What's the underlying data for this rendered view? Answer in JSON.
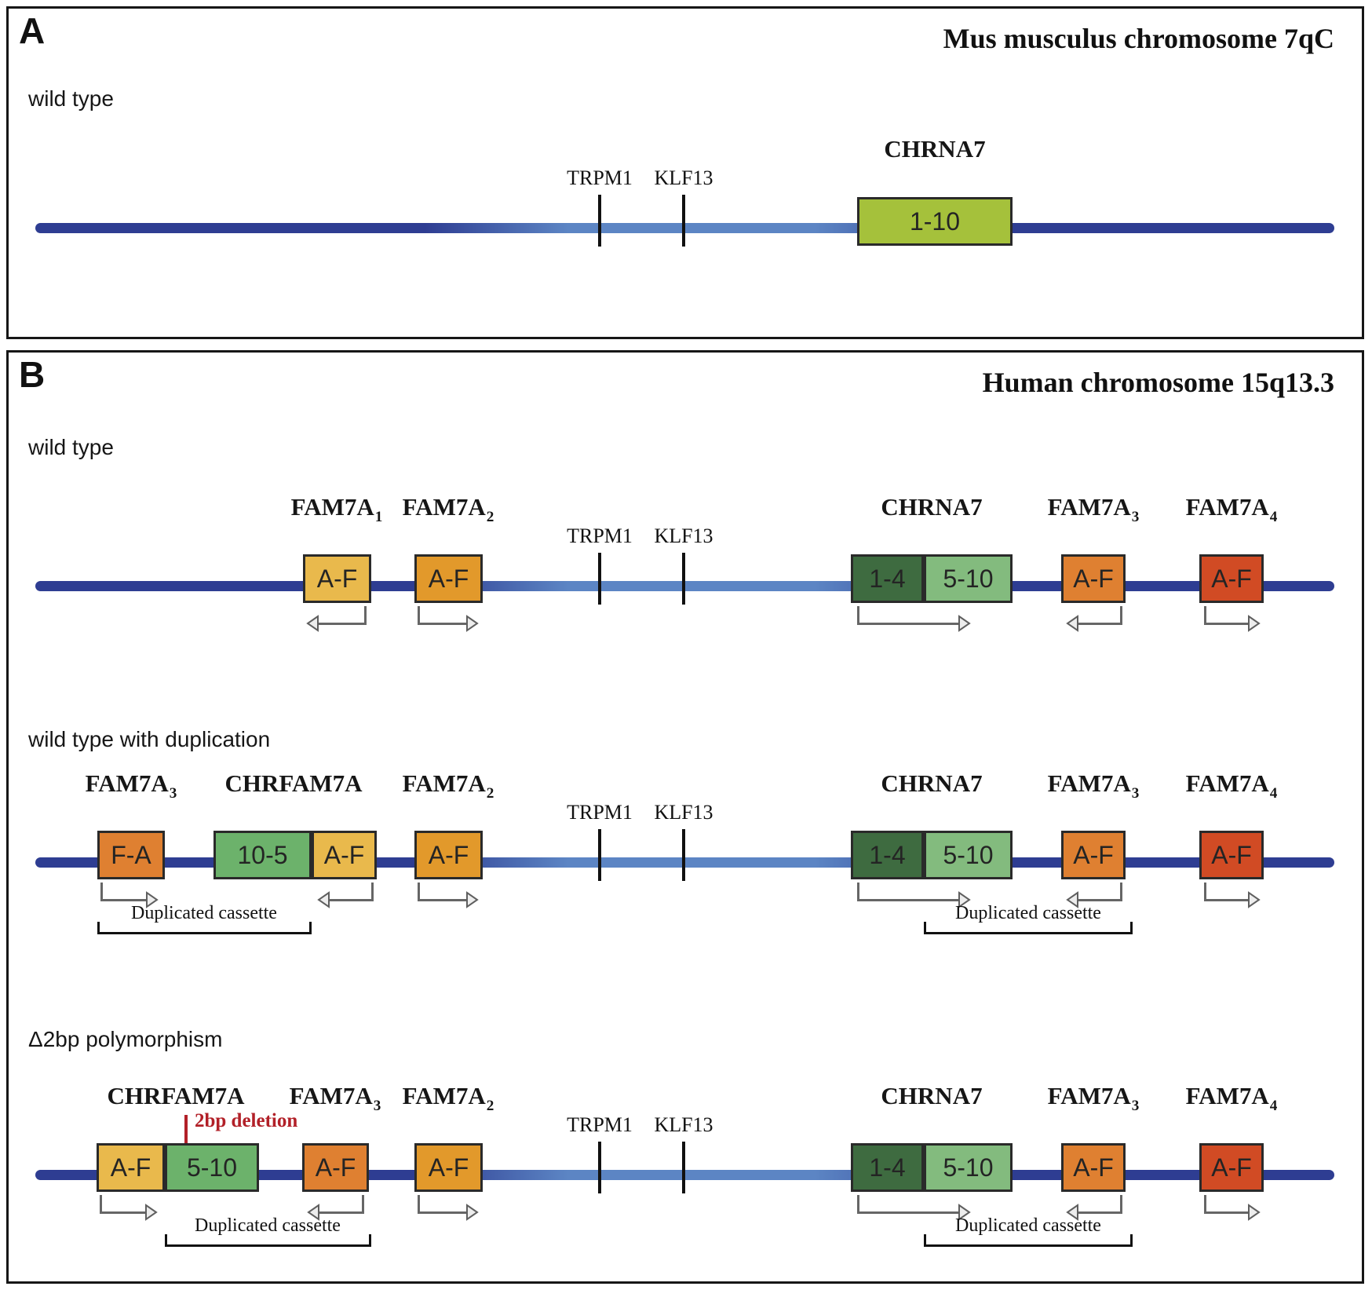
{
  "colors": {
    "gold": "#e9b94c",
    "amber": "#e2992b",
    "orange": "#df8031",
    "red": "#d14b24",
    "dark_green": "#3e6b40",
    "light_green": "#83bb7e",
    "mid_green": "#6cb26b",
    "yellow_green": "#a5c13b",
    "line_navy": "#2e3d92",
    "line_steel": "#5c85c4",
    "deletion_red": "#b22028"
  },
  "panel_a": {
    "label": "A",
    "title": "Mus musculus chromosome 7qC",
    "row_label": "wild type",
    "markers": [
      "TRPM1",
      "KLF13"
    ],
    "gene": {
      "base": "CHRNA7",
      "sub": "",
      "box": "1-10",
      "direction": "none"
    }
  },
  "panel_b": {
    "label": "B",
    "title": "Human chromosome 15q13.3",
    "markers": [
      "TRPM1",
      "KLF13"
    ],
    "rows": [
      {
        "row_label": "wild type",
        "genes": [
          {
            "base": "FAM7A",
            "sub": "1",
            "box": "A-F",
            "direction": "left"
          },
          {
            "base": "FAM7A",
            "sub": "2",
            "box": "A-F",
            "direction": "right"
          },
          {
            "base": "CHRNA7",
            "sub": "",
            "parts": [
              "1-4",
              "5-10"
            ],
            "direction": "right"
          },
          {
            "base": "FAM7A",
            "sub": "3",
            "box": "A-F",
            "direction": "left"
          },
          {
            "base": "FAM7A",
            "sub": "4",
            "box": "A-F",
            "direction": "right"
          }
        ]
      },
      {
        "row_label": "wild type with duplication",
        "genes": [
          {
            "base": "FAM7A",
            "sub": "3",
            "box": "F-A",
            "direction": "right"
          },
          {
            "base": "CHRFAM7A",
            "sub": "",
            "parts": [
              "10-5",
              "A-F"
            ],
            "direction": "left"
          },
          {
            "base": "FAM7A",
            "sub": "2",
            "box": "A-F",
            "direction": "right"
          },
          {
            "base": "CHRNA7",
            "sub": "",
            "parts": [
              "1-4",
              "5-10"
            ],
            "direction": "right"
          },
          {
            "base": "FAM7A",
            "sub": "3",
            "box": "A-F",
            "direction": "left"
          },
          {
            "base": "FAM7A",
            "sub": "4",
            "box": "A-F",
            "direction": "right"
          }
        ],
        "brackets": [
          {
            "label": "Duplicated cassette"
          },
          {
            "label": "Duplicated cassette"
          }
        ]
      },
      {
        "row_label": "Δ2bp polymorphism",
        "deletion_label": "2bp deletion",
        "genes": [
          {
            "base": "CHRFAM7A",
            "sub": "",
            "parts": [
              "A-F",
              "5-10"
            ],
            "direction": "right"
          },
          {
            "base": "FAM7A",
            "sub": "3",
            "box": "A-F",
            "direction": "left"
          },
          {
            "base": "FAM7A",
            "sub": "2",
            "box": "A-F",
            "direction": "right"
          },
          {
            "base": "CHRNA7",
            "sub": "",
            "parts": [
              "1-4",
              "5-10"
            ],
            "direction": "right"
          },
          {
            "base": "FAM7A",
            "sub": "3",
            "box": "A-F",
            "direction": "left"
          },
          {
            "base": "FAM7A",
            "sub": "4",
            "box": "A-F",
            "direction": "right"
          }
        ],
        "brackets": [
          {
            "label": "Duplicated cassette"
          },
          {
            "label": "Duplicated cassette"
          }
        ]
      }
    ]
  }
}
